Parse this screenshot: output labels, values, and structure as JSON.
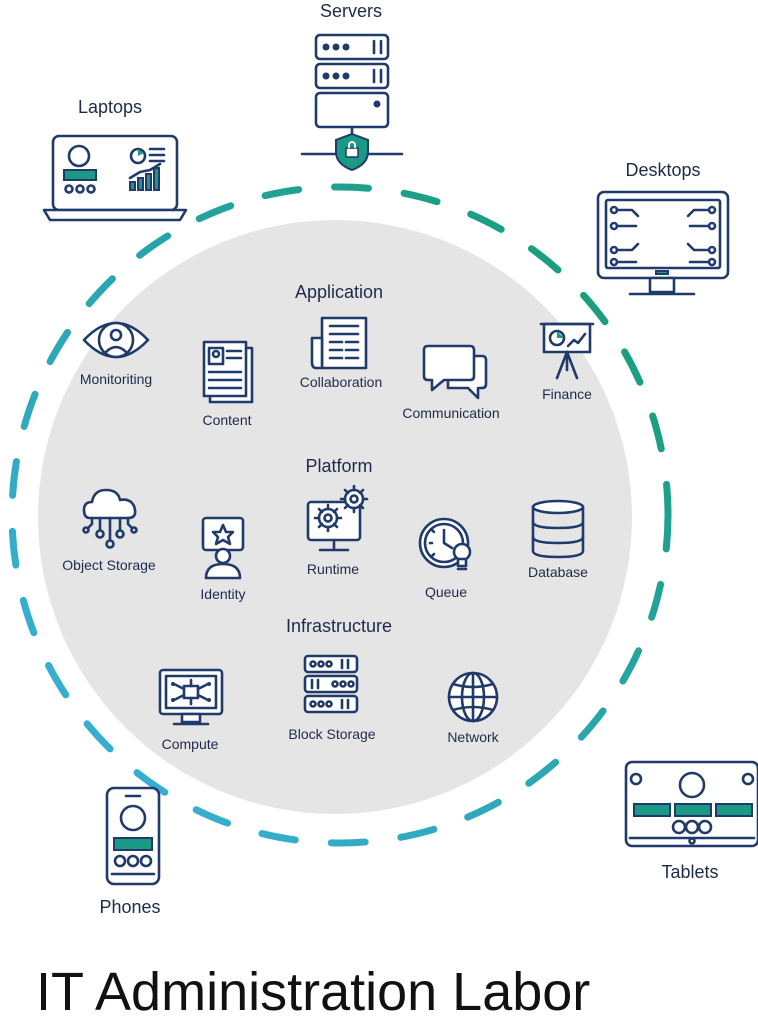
{
  "title": "IT Administration Labor",
  "colors": {
    "ring_blue": "#3bb3dc",
    "ring_green": "#159a6a",
    "icon_navy": "#1f3a6b",
    "accent_teal": "#1a9a86",
    "circle_fill": "#e5e5e5"
  },
  "devices": {
    "servers": "Servers",
    "laptops": "Laptops",
    "desktops": "Desktops",
    "phones": "Phones",
    "tablets": "Tablets"
  },
  "sections": {
    "application": {
      "title": "Application",
      "items": {
        "monitoring": "Monitoriting",
        "content": "Content",
        "collaboration": "Collaboration",
        "communication": "Communication",
        "finance": "Finance"
      }
    },
    "platform": {
      "title": "Platform",
      "items": {
        "object_storage": "Object Storage",
        "identity": "Identity",
        "runtime": "Runtime",
        "queue": "Queue",
        "database": "Database"
      }
    },
    "infrastructure": {
      "title": "Infrastructure",
      "items": {
        "compute": "Compute",
        "block_storage": "Block Storage",
        "network": "Network"
      }
    }
  }
}
